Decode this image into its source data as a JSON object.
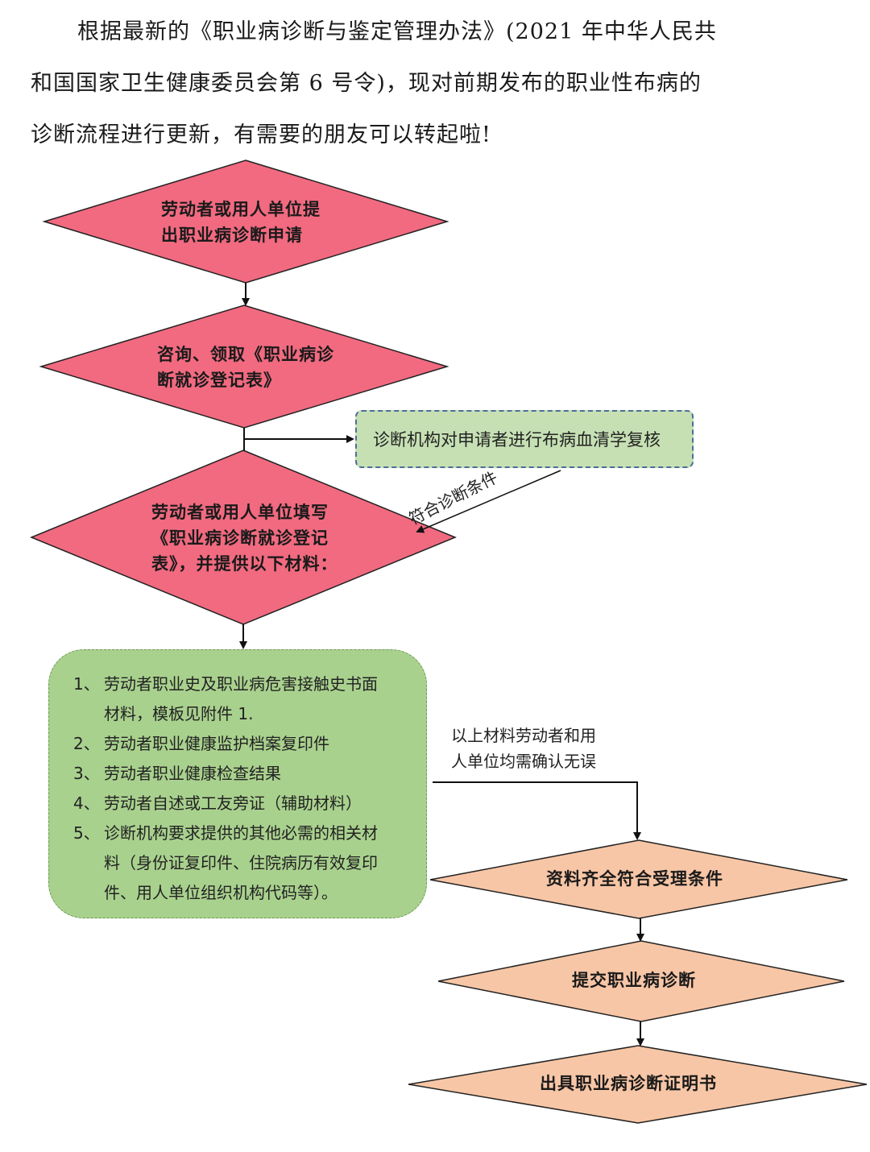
{
  "intro": {
    "line1": "根据最新的《职业病诊断与鉴定管理办法》(2021 年中华人民共",
    "line2": "和国国家卫生健康委员会第 6 号令)，现对前期发布的职业性布病的",
    "line3": "诊断流程进行更新，有需要的朋友可以转起啦!"
  },
  "colors": {
    "red_diamond": "#f16a80",
    "orange_diamond": "#f7c6a6",
    "green_box": "#a9d18e",
    "light_green_box": "#c6e0b4",
    "dashed_border": "#4b6e9a"
  },
  "flow": {
    "step1": {
      "line1": "劳动者或用人单位提",
      "line2": "出职业病诊断申请"
    },
    "step2": {
      "line1": "咨询、领取《职业病诊",
      "line2": "断就诊登记表》"
    },
    "serology": "诊断机构对申请者进行布病血清学复核",
    "condition": "符合诊断条件",
    "step3": {
      "line1": "劳动者或用人单位填写",
      "line2": "《职业病诊断就诊登记",
      "line3": "表》，并提供以下材料："
    },
    "materials": [
      {
        "num": "1、",
        "text": "劳动者职业史及职业病危害接触史书面\n材料，模板见附件 1."
      },
      {
        "num": "2、",
        "text": "劳动者职业健康监护档案复印件"
      },
      {
        "num": "3、",
        "text": "劳动者职业健康检查结果"
      },
      {
        "num": "4、",
        "text": "劳动者自述或工友旁证（辅助材料）"
      },
      {
        "num": "5、",
        "text": "诊断机构要求提供的其他必需的相关材\n料（身份证复印件、住院病历有效复印\n件、用人单位组织机构代码等）。"
      }
    ],
    "confirm": {
      "line1": "以上材料劳动者和用",
      "line2": "人单位均需确认无误"
    },
    "step4": "资料齐全符合受理条件",
    "step5": "提交职业病诊断",
    "step6": "出具职业病诊断证明书"
  }
}
